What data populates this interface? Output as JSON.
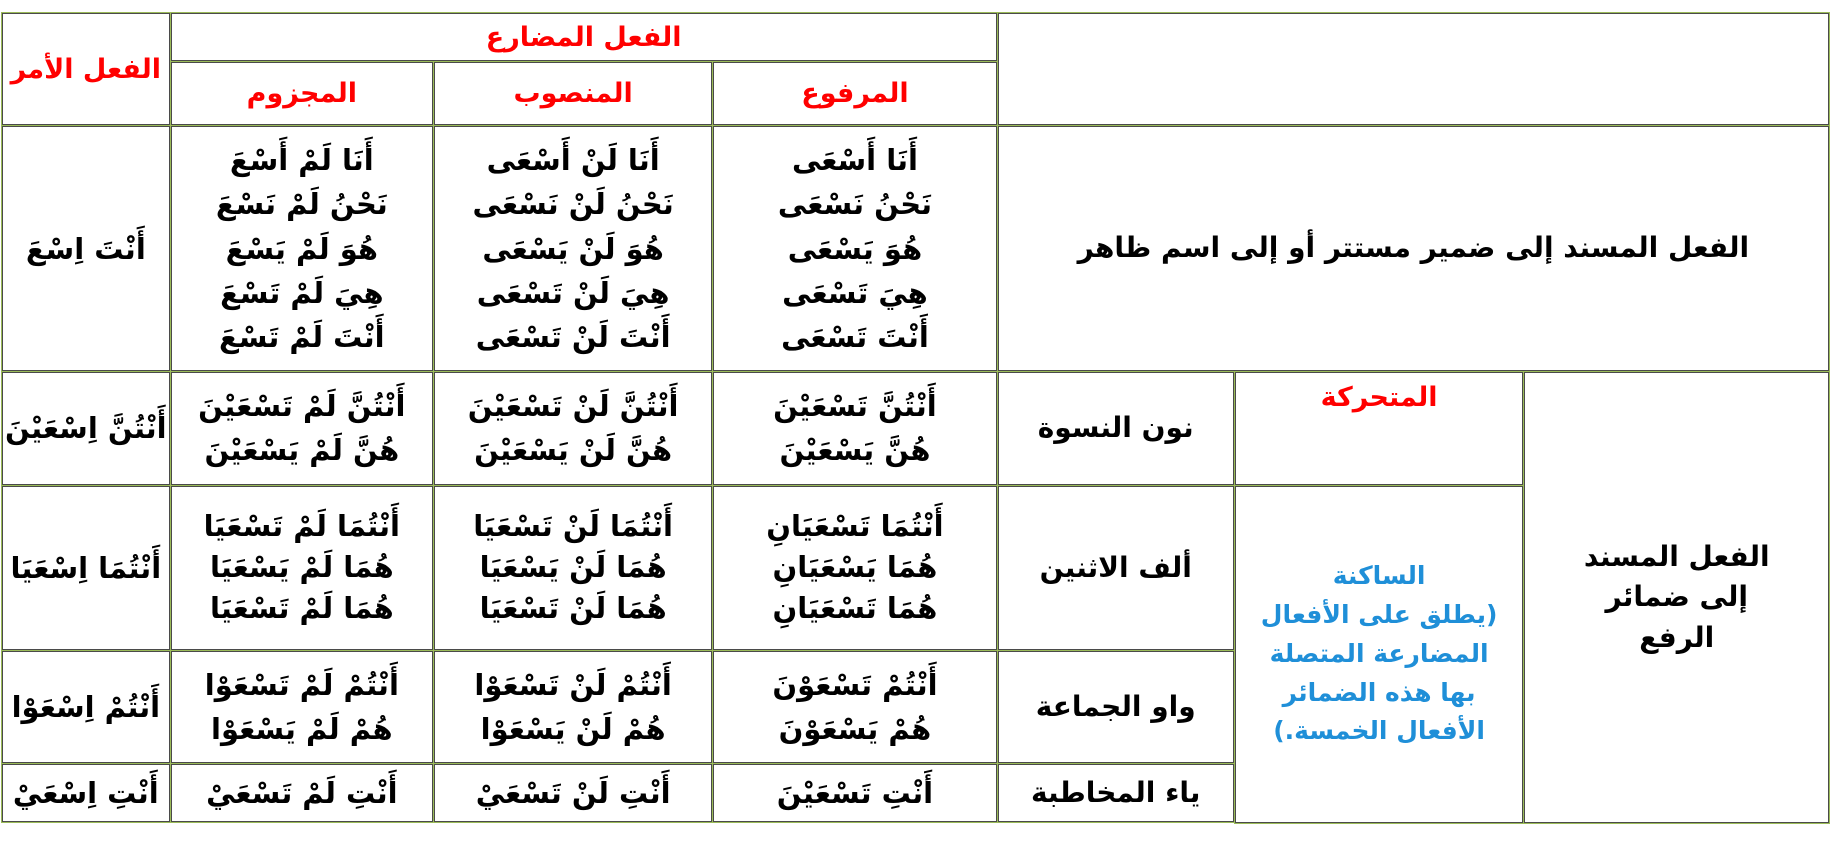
{
  "headers": {
    "imperative": "الفعل الأمر",
    "present": "الفعل المضارع",
    "jussive": "المجزوم",
    "subjunctive": "المنصوب",
    "indicative": "المرفوع"
  },
  "row1": {
    "label": "الفعل المسند إلى ضمير مستتر أو إلى اسم ظاهر",
    "indicative": [
      "أَنَا أَسْعَى",
      "نَحْنُ نَسْعَى",
      "هُوَ يَسْعَى",
      "هِيَ تَسْعَى",
      "أَنْتَ تَسْعَى"
    ],
    "subjunctive": [
      "أَنَا لَنْ أَسْعَى",
      "نَحْنُ لَنْ نَسْعَى",
      "هُوَ لَنْ يَسْعَى",
      "هِيَ لَنْ تَسْعَى",
      "أَنْتَ لَنْ تَسْعَى"
    ],
    "jussive": [
      "أَنَا لَمْ أَسْعَ",
      "نَحْنُ لَمْ نَسْعَ",
      "هُوَ لَمْ يَسْعَ",
      "هِيَ لَمْ تَسْعَ",
      "أَنْتَ لَمْ تَسْعَ"
    ],
    "imperative": "أَنْتَ اِسْعَ"
  },
  "side": {
    "main_label": "الفعل المسند إلى ضمائر الرفع",
    "moving": "المتحركة",
    "static_lines": [
      "الساكنة",
      "(يطلق على الأفعال",
      "المضارعة المتصلة",
      "بها هذه الضمائر",
      "الأفعال الخمسة.)"
    ]
  },
  "rows": [
    {
      "pronoun": "نون النسوة",
      "indicative": [
        "أَنْتُنَّ تَسْعَيْنَ",
        "هُنَّ يَسْعَيْنَ"
      ],
      "subjunctive": [
        "أَنْتُنَّ لَنْ تَسْعَيْنَ",
        "هُنَّ لَنْ يَسْعَيْنَ"
      ],
      "jussive": [
        "أَنْتُنَّ لَمْ تَسْعَيْنَ",
        "هُنَّ لَمْ يَسْعَيْنَ"
      ],
      "imperative": "أَنْتُنَّ اِسْعَيْنَ"
    },
    {
      "pronoun": "ألف الاثنين",
      "indicative": [
        "أَنْتُمَا تَسْعَيَانِ",
        "هُمَا يَسْعَيَانِ",
        "هُمَا تَسْعَيَانِ"
      ],
      "subjunctive": [
        "أَنْتُمَا لَنْ تَسْعَيَا",
        "هُمَا لَنْ يَسْعَيَا",
        "هُمَا لَنْ تَسْعَيَا"
      ],
      "jussive": [
        "أَنْتُمَا لَمْ تَسْعَيَا",
        "هُمَا لَمْ يَسْعَيَا",
        "هُمَا لَمْ تَسْعَيَا"
      ],
      "imperative": "أَنْتُمَا اِسْعَيَا"
    },
    {
      "pronoun": "واو الجماعة",
      "indicative": [
        "أَنْتُمْ تَسْعَوْنَ",
        "هُمْ يَسْعَوْنَ"
      ],
      "subjunctive": [
        "أَنْتُمْ لَنْ تَسْعَوْا",
        "هُمْ لَنْ يَسْعَوْا"
      ],
      "jussive": [
        "أَنْتُمْ لَمْ تَسْعَوْا",
        "هُمْ لَمْ يَسْعَوْا"
      ],
      "imperative": "أَنْتُمْ اِسْعَوْا"
    },
    {
      "pronoun": "ياء المخاطبة",
      "indicative": [
        "أَنْتِ تَسْعَيْنَ"
      ],
      "subjunctive": [
        "أَنْتِ لَنْ تَسْعَيْ"
      ],
      "jussive": [
        "أَنْتِ لَمْ تَسْعَيْ"
      ],
      "imperative": "أَنْتِ اِسْعَيْ"
    }
  ],
  "colors": {
    "red": "#ff0000",
    "blue": "#1f8fd8",
    "border": "#9bbb59"
  }
}
